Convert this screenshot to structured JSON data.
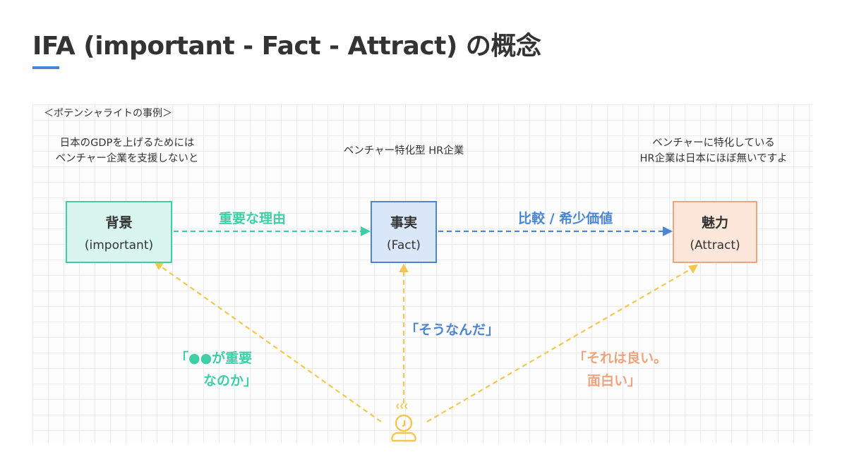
{
  "title": "IFA (important - Fact - Attract) の概念",
  "example_caption": "＜ポテンシャライトの事例＞",
  "descriptions": {
    "left": [
      "日本のGDPを上げるためには",
      "ベンチャー企業を支援しないと"
    ],
    "center": [
      "ベンチャー特化型 HR企業"
    ],
    "right": [
      "ベンチャーに特化している",
      "HR企業は日本にほぼ無いですよ"
    ]
  },
  "boxes": {
    "background": {
      "head": "背景",
      "sub": "(important)"
    },
    "fact": {
      "head": "事実",
      "sub": "(Fact)"
    },
    "attract": {
      "head": "魅力",
      "sub": "(Attract)"
    }
  },
  "arrow_labels": {
    "reason": "重要な理由",
    "compare": "比較 / 希少価値"
  },
  "reactions": {
    "left": [
      "「●●が重要",
      "なのか」"
    ],
    "center": "「そうなんだ」",
    "right": [
      "「それは良い。",
      "面白い」"
    ]
  },
  "icons": {
    "person": "thinking-person-icon"
  },
  "colors": {
    "teal": "#3ecfa7",
    "blue": "#4a86d4",
    "orange": "#f0a47c",
    "yellow": "#f3c74f"
  }
}
